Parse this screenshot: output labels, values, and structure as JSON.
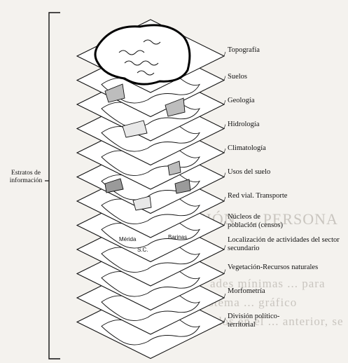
{
  "side_label": "Estratos de información",
  "layers": [
    "Topografía",
    "Suelos",
    "Geología",
    "Hidrología",
    "Climatología",
    "Usos del suelo",
    "Red vial. Transporte",
    "Núcleos de población (censos)",
    "Localización de actividades del sector secundario",
    "Vegetación-Recursos naturales",
    "Morfometría",
    "División político-territorial"
  ],
  "map_text": {
    "merida": "Mérida",
    "sc": "S.C.",
    "barinas": "Barinas"
  },
  "ghost_text": {
    "heading": "ACIÓN, ... PERSONA",
    "line1": "ades mínimas ... para",
    "line2": "Sistema ... gráfico",
    "line3": "ntalados en el ... anterior, se"
  }
}
